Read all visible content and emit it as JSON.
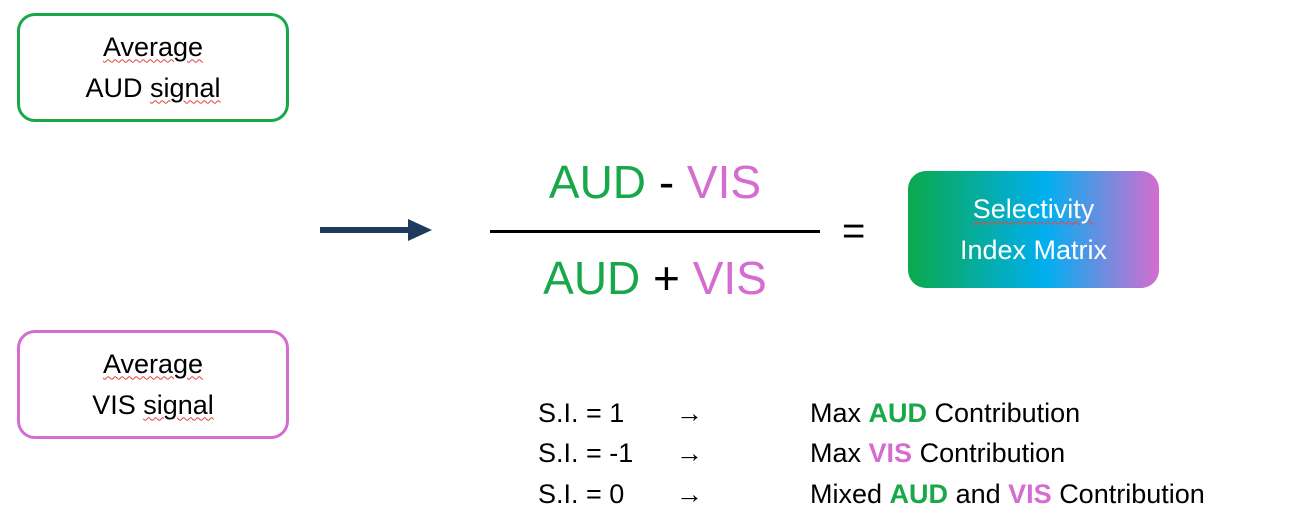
{
  "aud_box": {
    "line1": "Average",
    "line2_prefix": "AUD",
    "line2_word": "signal"
  },
  "vis_box": {
    "line1": "Average",
    "line2_prefix": "VIS",
    "line2_word": "signal"
  },
  "formula": {
    "numerator": {
      "left": "AUD",
      "operator": "-",
      "right": "VIS"
    },
    "denominator": {
      "left": "AUD",
      "operator": "+",
      "right": "VIS"
    },
    "equals": "="
  },
  "result_box": {
    "line1": "Selectivity",
    "line2": "Index Matrix"
  },
  "legend": [
    {
      "condition": "S.I. = 1",
      "arrow": "→",
      "pre": "Max",
      "key1": "AUD",
      "mid": "",
      "key2": "",
      "post": "Contribution"
    },
    {
      "condition": "S.I. = -1",
      "arrow": "→",
      "pre": "Max",
      "key1": "",
      "mid": "",
      "key2": "VIS",
      "post": "Contribution"
    },
    {
      "condition": "S.I. = 0",
      "arrow": "→",
      "pre": "Mixed",
      "key1": "AUD",
      "mid": "and",
      "key2": "VIS",
      "post": "Contribution"
    }
  ],
  "colors": {
    "aud": "#18a84a",
    "vis": "#d56cd0",
    "arrow": "#1f3a5f"
  }
}
